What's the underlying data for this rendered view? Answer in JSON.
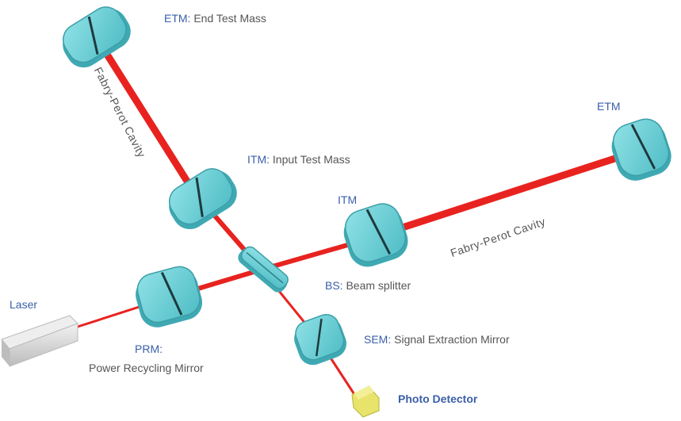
{
  "labels": {
    "etm_top_abbr": "ETM:",
    "etm_top_text": " End Test Mass",
    "etm_right": "ETM",
    "itm_top_abbr": "ITM:",
    "itm_top_text": " Input Test Mass",
    "itm_right": "ITM",
    "bs_abbr": "BS:",
    "bs_text": " Beam splitter",
    "sem_abbr": "SEM:",
    "sem_text": " Signal Extraction Mirror",
    "laser": "Laser",
    "prm_abbr": "PRM:",
    "prm_text": "Power Recycling Mirror",
    "photo_detector": "Photo Detector",
    "fp_cavity_left": "Fabry-Perot Cavity",
    "fp_cavity_right": "Fabry-Perot Cavity"
  },
  "colors": {
    "beam": "#e8231f",
    "mirror_face": "#6fd0d6",
    "mirror_side": "#3fa9b3",
    "label_accent": "#3a5fa8",
    "label_text": "#555555",
    "laser_body": "#d9d9d9",
    "detector": "#e8e36a"
  },
  "icons": {
    "mirror": "test-mass-mirror-icon",
    "laser": "laser-source-icon",
    "detector": "photo-detector-icon"
  }
}
